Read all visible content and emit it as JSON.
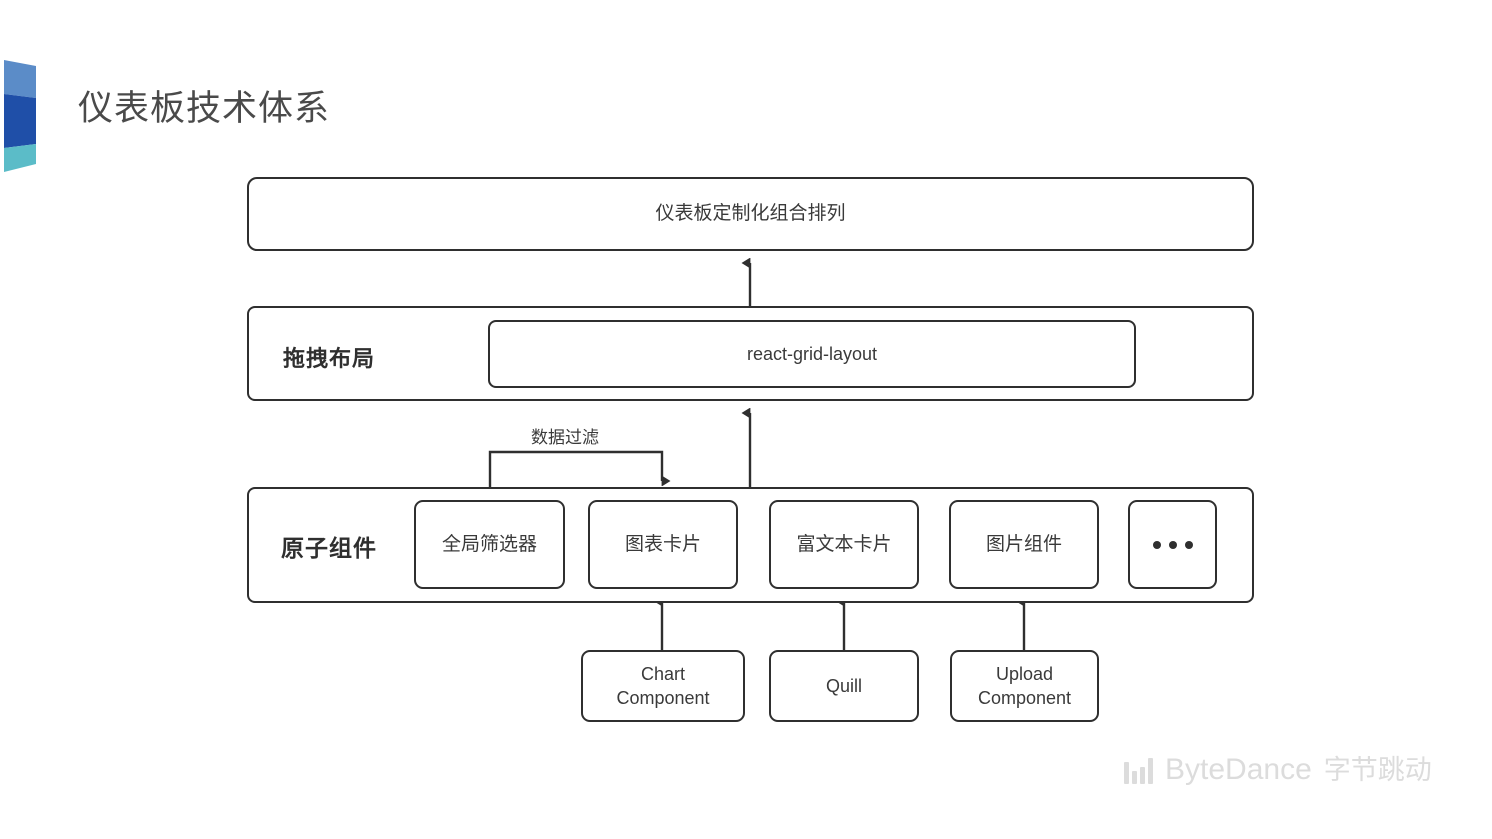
{
  "slide": {
    "title": "仪表板技术体系",
    "background": "#ffffff",
    "title_color": "#4a4a4a"
  },
  "corner_mark": {
    "name": "corner-decoration",
    "colors": [
      "#5b8cc8",
      "#1f4fa8",
      "#5bbcc8"
    ]
  },
  "diagram": {
    "line_color": "#2f2f2f",
    "layers": [
      {
        "id": "composition",
        "label": "仪表板定制化组合排列"
      },
      {
        "id": "layout",
        "title": "拖拽布局",
        "inner": {
          "label": "react-grid-layout"
        }
      },
      {
        "id": "atoms",
        "title": "原子组件",
        "items": [
          {
            "label": "全局筛选器"
          },
          {
            "label": "图表卡片"
          },
          {
            "label": "富文本卡片"
          },
          {
            "label": "图片组件"
          },
          {
            "label": "•••"
          }
        ]
      }
    ],
    "leaves": [
      {
        "label": "Chart\nComponent"
      },
      {
        "label": "Quill"
      },
      {
        "label": "Upload\nComponent"
      }
    ],
    "edge_labels": [
      {
        "id": "filter",
        "label": "数据过滤"
      }
    ]
  },
  "brand": {
    "name": "ByteDance",
    "name_cn": "字节跳动",
    "color": "#dcdcdc"
  }
}
